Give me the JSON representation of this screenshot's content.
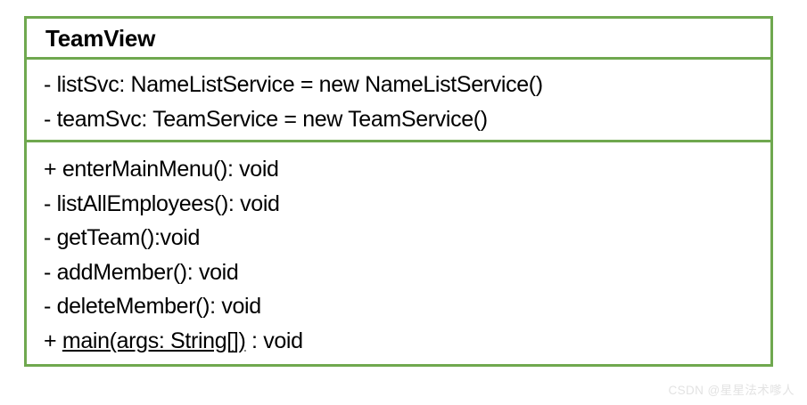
{
  "diagram": {
    "type": "uml-class-diagram",
    "accent_color": "#6fa84f",
    "background_color": "#ffffff",
    "text_color": "#000000"
  },
  "class_box": {
    "name": "TeamView",
    "attributes": [
      {
        "text": "- listSvc: NameListService = new NameListService()"
      },
      {
        "text": "- teamSvc: TeamService = new TeamService()"
      }
    ],
    "operations": [
      {
        "text": "+ enterMainMenu(): void",
        "static": false
      },
      {
        "text": "- listAllEmployees(): void",
        "static": false
      },
      {
        "text": "- getTeam():void",
        "static": false
      },
      {
        "text": "- addMember(): void",
        "static": false
      },
      {
        "text": "- deleteMember(): void",
        "static": false
      },
      {
        "static": true,
        "prefix": "+ ",
        "underlined": "main(args: String[])",
        "suffix": " : void"
      }
    ]
  },
  "watermark": {
    "text": "CSDN @星星法术嗲人",
    "color": "#e3e3e3"
  }
}
